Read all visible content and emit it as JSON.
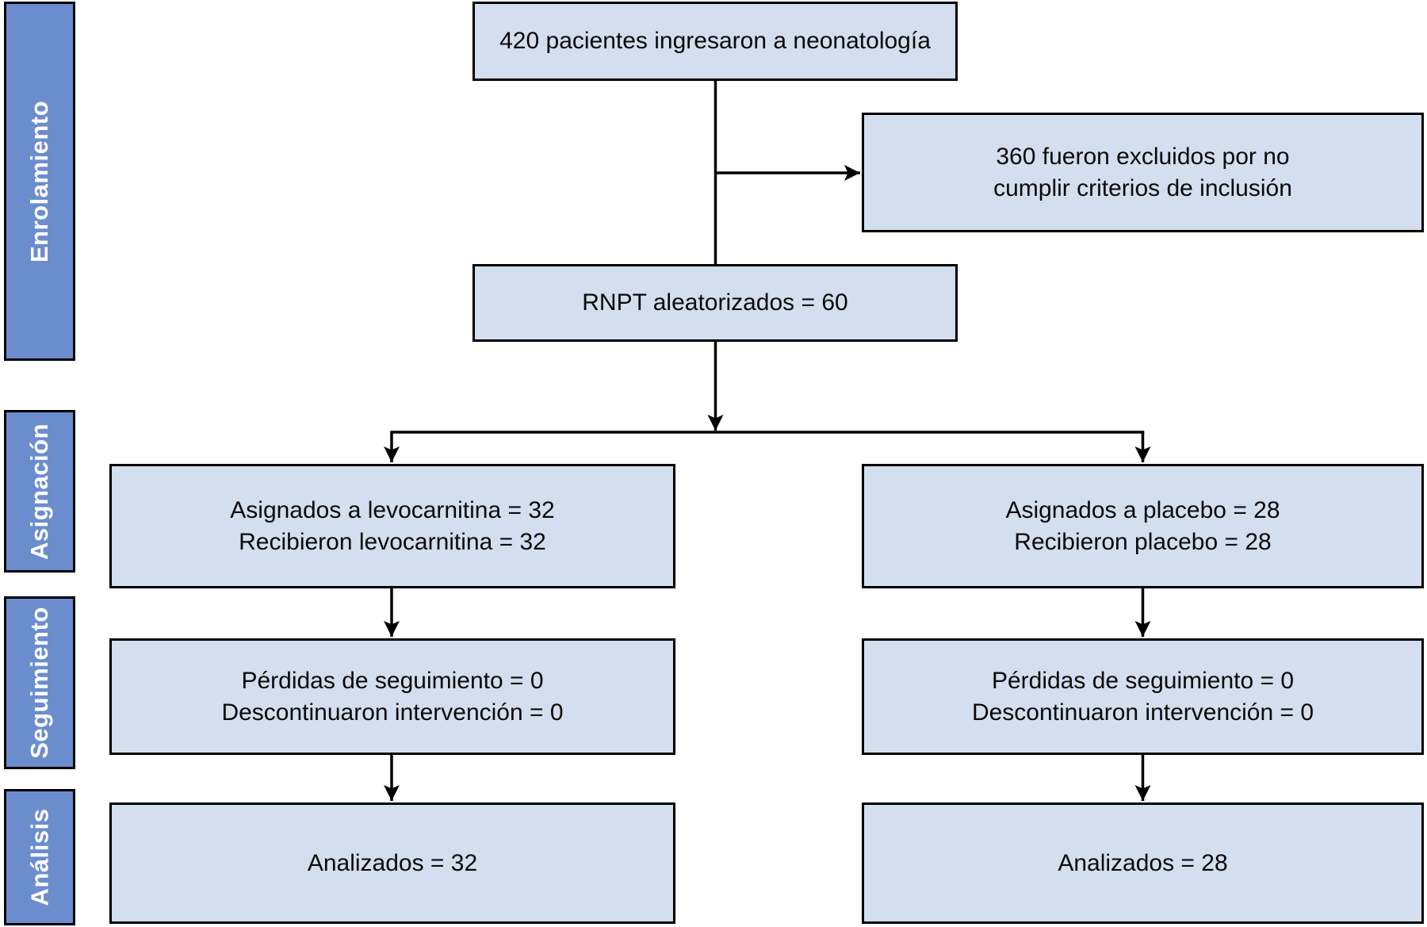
{
  "diagram": {
    "type": "consort-flow",
    "language": "es",
    "stages": [
      {
        "id": "enrolamiento",
        "label": "Enrolamiento"
      },
      {
        "id": "asignacion",
        "label": "Asignación"
      },
      {
        "id": "seguimiento",
        "label": "Seguimiento"
      },
      {
        "id": "analisis",
        "label": "Análisis"
      }
    ],
    "nodes": {
      "admitted": {
        "lines": [
          "420 pacientes ingresaron a neonatología"
        ]
      },
      "excluded": {
        "lines": [
          "360 fueron excluidos por no",
          "cumplir criterios de inclusión"
        ]
      },
      "randomized": {
        "lines": [
          "RNPT aleatorizados = 60"
        ]
      },
      "assigned_levocarnitine": {
        "lines": [
          "Asignados a levocarnitina = 32",
          "Recibieron levocarnitina = 32"
        ]
      },
      "assigned_placebo": {
        "lines": [
          "Asignados a placebo = 28",
          "Recibieron placebo = 28"
        ]
      },
      "followup_levocarnitine": {
        "lines": [
          "Pérdidas de seguimiento = 0",
          "Descontinuaron intervención = 0"
        ]
      },
      "followup_placebo": {
        "lines": [
          "Pérdidas de seguimiento = 0",
          "Descontinuaron intervención = 0"
        ]
      },
      "analyzed_levocarnitine": {
        "lines": [
          "Analizados = 32"
        ]
      },
      "analyzed_placebo": {
        "lines": [
          "Analizados = 28"
        ]
      }
    },
    "counts": {
      "admitted": 420,
      "excluded": 360,
      "randomized": 60,
      "assigned_levocarnitine": 32,
      "received_levocarnitine": 32,
      "assigned_placebo": 28,
      "received_placebo": 28,
      "lost_followup_levocarnitine": 0,
      "discontinued_levocarnitine": 0,
      "lost_followup_placebo": 0,
      "discontinued_placebo": 0,
      "analyzed_levocarnitine": 32,
      "analyzed_placebo": 28
    },
    "colors": {
      "stage_fill": "#6b8dce",
      "stage_text": "#ffffff",
      "node_fill": "#d3deee",
      "border": "#000000",
      "text": "#0a0a0a",
      "background": "#ffffff"
    }
  }
}
